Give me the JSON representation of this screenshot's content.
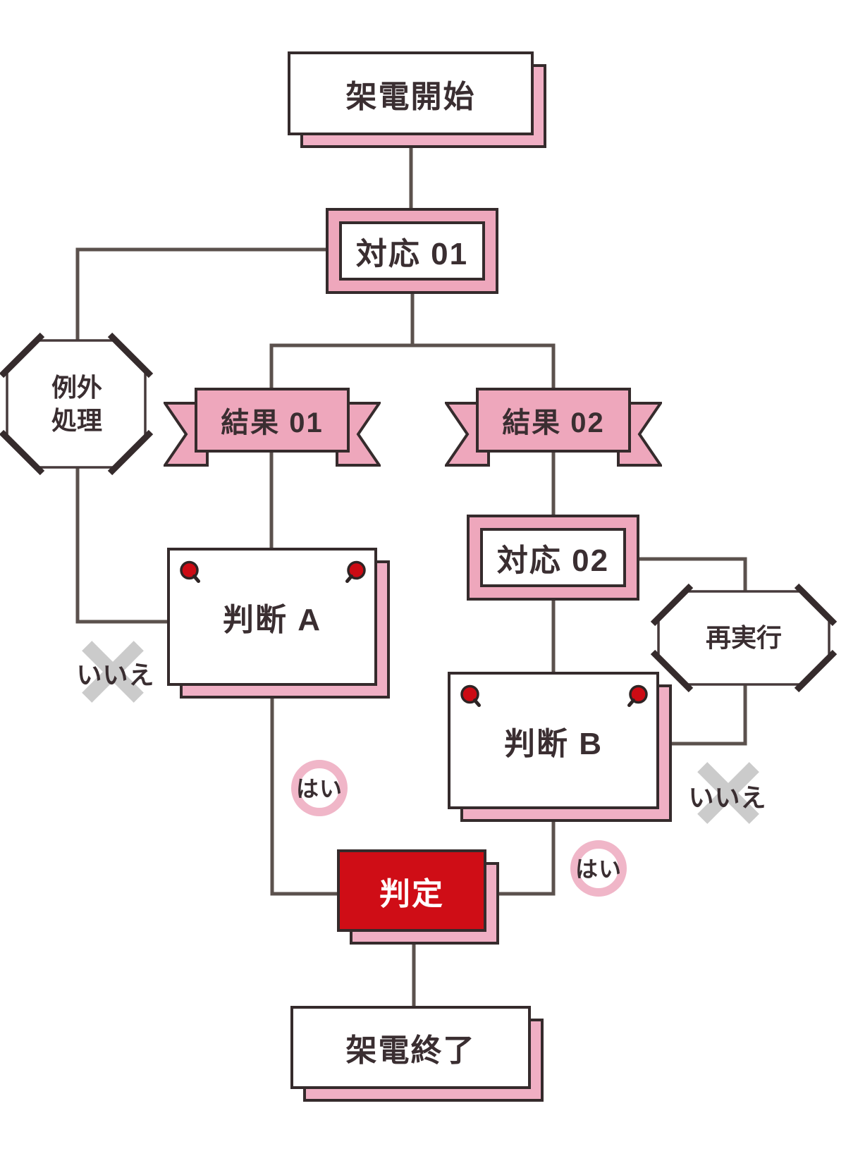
{
  "nodes": {
    "call_start": {
      "label": "架電開始"
    },
    "response_01": {
      "label": "対応 01"
    },
    "exception": {
      "label": "例外\n処理"
    },
    "result_01": {
      "label": "結果 01"
    },
    "result_02": {
      "label": "結果 02"
    },
    "judgment_a": {
      "label": "判断 A"
    },
    "response_02": {
      "label": "対応 02"
    },
    "retry": {
      "label": "再実行"
    },
    "judgment_b": {
      "label": "判断 B"
    },
    "decision": {
      "label": "判定"
    },
    "call_end": {
      "label": "架電終了"
    }
  },
  "edge_labels": {
    "yes_a": "はい",
    "yes_b": "はい",
    "no_a": "いいえ",
    "no_b": "いいえ"
  },
  "colors": {
    "pink": "#eea7bc",
    "shadow_pink": "#f0afc4",
    "red": "#cf0d16",
    "bubble_red": "#cc0b14",
    "border_dark": "#352b2c",
    "line": "#5b514d",
    "x_gray": "#cbcbcb",
    "text": "#3a2e31"
  }
}
